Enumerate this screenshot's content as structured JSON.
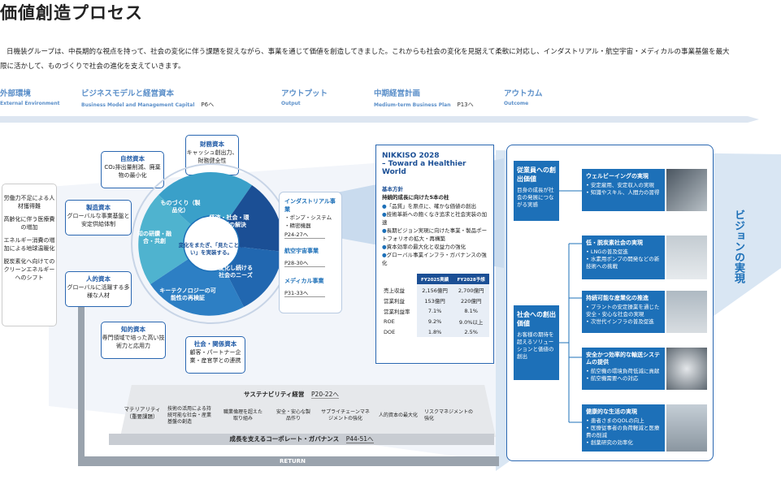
{
  "title": "価値創造プロセス",
  "intro": "日機装グループは、中長期的な視点を持って、社会の変化に伴う課題を捉えながら、事業を通じて価値を創造してきました。これからも社会の変化を見据えて柔軟に対応し、インダストリアル・航空宇宙・メディカルの事業基盤を最大限に活かして、ものづくりで社会の進化を支えていきます。",
  "headers": {
    "external": {
      "jp": "外部環境",
      "en": "External Environment"
    },
    "business": {
      "jp": "ビジネスモデルと経営資本",
      "en": "Business Model and Management Capital",
      "page": "P6へ"
    },
    "output": {
      "jp": "アウトプット",
      "en": "Output"
    },
    "plan": {
      "jp": "中期経営計画",
      "en": "Medium-term Business Plan",
      "page": "P13へ"
    },
    "outcome": {
      "jp": "アウトカム",
      "en": "Outcome"
    }
  },
  "external_items": [
    "労働力不足による人材獲得難",
    "高齢化に伴う医療費の増加",
    "エネルギー消費の増加による地球温暖化",
    "脱炭素化へ向けてのクリーンエネルギーへのシフト"
  ],
  "capitals": {
    "natural": {
      "title": "自然資本",
      "desc": "CO₂排出量削減、廃棄物の最小化"
    },
    "financial": {
      "title": "財務資本",
      "desc": "キャッシュ創出力、財務健全性"
    },
    "manufacturing": {
      "title": "製造資本",
      "desc": "グローバルな事業基盤と安定供給体制"
    },
    "human": {
      "title": "人的資本",
      "desc": "グローバルに活躍する多様な人材"
    },
    "intellectual": {
      "title": "知的資本",
      "desc": "専門領域で培った高い技術力と応用力"
    },
    "social": {
      "title": "社会・関係資本",
      "desc": "顧客・パートナー企業・産官学との連携"
    }
  },
  "wheel": {
    "center": "変化をまたぎ、「見たことない」を実装する。",
    "segments": [
      "ものづくり（製品化）",
      "経済・社会・環境課題の解決",
      "変化し続ける社会のニーズ",
      "キーテクノロジーの可能性の再検証",
      "知の研鑽・融合・共創"
    ]
  },
  "outputs": [
    {
      "name": "インダストリアル事業",
      "items": [
        "ポンプ・システム",
        "精密機器"
      ],
      "page": "P24-27へ"
    },
    {
      "name": "航空宇宙事業",
      "items": [],
      "page": "P28-30へ"
    },
    {
      "name": "メディカル事業",
      "items": [],
      "page": "P31-33へ"
    }
  ],
  "plan": {
    "name": "NIKKISO 2028",
    "tagline": "– Toward a Healthier World",
    "policy_label": "基本方針",
    "policy": "持続的成長に向けた5本の柱",
    "pillars": [
      "「品質」を原点に、確かな価値の創出",
      "技術革新への飽くなき追求と社会実装の加速",
      "長期ビジョン実現に向けた事業・製品ポートフォリオの拡大・再構築",
      "資本効率の最大化と収益力の強化",
      "グローバル事業インフラ・ガバナンスの強化"
    ],
    "table": {
      "headers": [
        "",
        "FY2025実績",
        "FY2028予想"
      ],
      "rows": [
        [
          "売上収益",
          "2,156億円",
          "2,700億円"
        ],
        [
          "営業利益",
          "153億円",
          "220億円"
        ],
        [
          "営業利益率",
          "7.1%",
          "8.1%"
        ],
        [
          "ROE",
          "9.2%",
          "9.0%以上"
        ],
        [
          "DOE",
          "1.8%",
          "2.5%"
        ]
      ]
    }
  },
  "outcomes": {
    "employee": {
      "title": "従業員への創出価値",
      "desc": "目身の成長が社会の発展につながる実感"
    },
    "society": {
      "title": "社会への創出価値",
      "desc": "お客様の期待を超えるソリューションと価値の創出"
    },
    "items": [
      {
        "title": "ウェルビーイングの実現",
        "points": [
          "安定雇用、安定収入の実現",
          "知識やスキル、人間力の習得"
        ]
      },
      {
        "title": "低・脱炭素社会の実現",
        "points": [
          "LNGの普及促進",
          "水素用ポンプの開発などの新技術への挑戦"
        ]
      },
      {
        "title": "持続可能な産業化の推進",
        "points": [
          "プラントの安定操業を通じた安全・安心な社会の実現",
          "次世代インフラの普及促進"
        ]
      },
      {
        "title": "安全かつ効率的な輸送システムの提供",
        "points": [
          "航空機の環境負荷低減に貢献",
          "航空機需要への対応"
        ]
      },
      {
        "title": "健康的な生活の実現",
        "points": [
          "患者さまのQOLの向上",
          "医療従事者の負荷軽減と医療費の削減",
          "創薬研究の効率化"
        ]
      }
    ],
    "vision": "ビジョンの実現"
  },
  "sustainability": {
    "label": "サステナビリティ経営",
    "page": "P20-22へ",
    "materiality": "マテリアリティ（重要課題）",
    "items": [
      "技術の活用による持続可能な社会・産業基盤の創造",
      "職業倫理を超えた取り組み",
      "安全・安心な製品作り",
      "サプライチェーンマネジメントの強化",
      "人的資本の最大化",
      "リスクマネジメントの強化"
    ]
  },
  "governance": {
    "label": "成長を支えるコーポレート・ガバナンス",
    "page": "P44-51へ"
  },
  "return_label": "RETURN",
  "colors": {
    "blue": "#1d70b8",
    "dark": "#1b4f95",
    "accent": "#5b8fc9"
  }
}
